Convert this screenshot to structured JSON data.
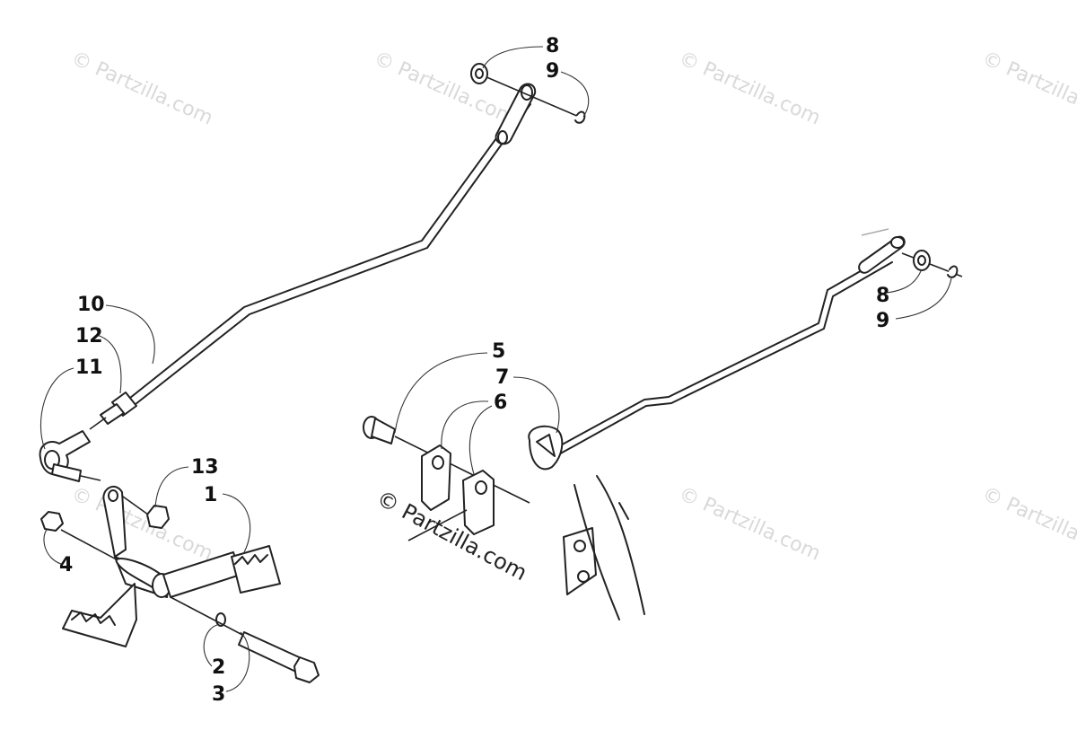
{
  "watermark": {
    "tile_text": "© Partzilla.com",
    "main_text": "© Partzilla.com"
  },
  "callouts": {
    "p1": "1",
    "p2": "2",
    "p3": "3",
    "p4": "4",
    "p5": "5",
    "p6": "6",
    "p7": "7",
    "p8_top": "8",
    "p9_top": "9",
    "p8_right": "8",
    "p9_right": "9",
    "p10": "10",
    "p11": "11",
    "p12": "12",
    "p13": "13"
  }
}
